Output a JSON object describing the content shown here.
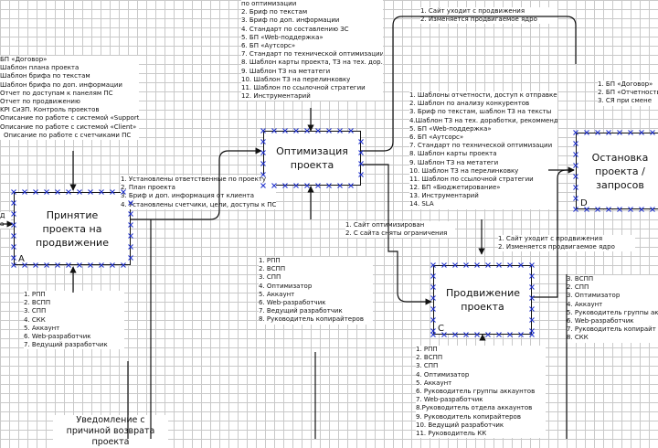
{
  "processes": [
    {
      "id": "A",
      "name": "Принятие проекта на продвижение"
    },
    {
      "id": "B",
      "name": "Оптимизация проекта"
    },
    {
      "id": "C",
      "name": "Продвижение проекта"
    },
    {
      "id": "D",
      "name": "Остановка проекта / запросов"
    }
  ],
  "left_input": {
    "lines": [
      "БП «Договор»",
      "Шаблон плана проекта",
      "Шаблон брифа по текстам",
      "Шаблон брифа по доп. информации",
      "Отчет по доступам к панелям ПС",
      "Отчет по продвижению",
      "KPI СиЗП. Контроль проектов",
      "Описание по работе с системой «Support»",
      "Описание по работе с системой «Client»",
      "Описание по работе с счетчиками ПС"
    ]
  },
  "left_stub": {
    "top": "Д",
    "bottom": "а"
  },
  "top_b_list": {
    "lines": [
      "по оптимизации",
      "2. Бриф по текстам",
      "3. Бриф по доп. информации",
      "4. Стандарт по составлению ЗС",
      "5. БП «Web-поддержка»",
      "6. БП «Аутсорс»",
      "7. Стандарт по технической оптимизации",
      "8. Шаблон карты проекта, ТЗ на тех. дор.",
      "9. Шаблон ТЗ на метатеги",
      "10. Шаблон ТЗ на перелинковку",
      "11. Шаблон по ссылочной стратегии",
      "12. Инструментарий"
    ]
  },
  "a_to_b_list": {
    "lines": [
      "1. Установлены ответственные по проекту",
      "2. План проекта",
      "3. Бриф и доп. информация от клиента",
      "4. Установлены счетчики, цели, доступы к ПС"
    ]
  },
  "top_right_arrow_list": {
    "lines": [
      "1. Сайт уходит с продвижения",
      "2. Изменяется продвигаемое ядро"
    ]
  },
  "middle_right_list": {
    "lines": [
      "1. Шаблоны отчетности, доступ к отправке",
      "2. Шаблон по анализу конкурентов",
      "3. Бриф по текстам, шаблон ТЗ на тексты",
      "4.Шаблон ТЗ на тех. доработки, рекомменд.",
      "5. БП «Web-поддержка»",
      "6. БП «Аутсорс»",
      "7. Стандарт по технической оптимизации",
      "8. Шаблон карты проекта",
      "9. Шаблон ТЗ на метатеги",
      "10. Шаблон ТЗ на перелинковку",
      "11. Шаблон по ссылочной стратегии",
      "12. БП «Бюджетирование»",
      "13. Инструментарий",
      "14. SLA"
    ]
  },
  "far_right_top_list": {
    "lines": [
      "1. БП «Договор»",
      "2. БП «Отчетность»",
      "3. СЯ при смене"
    ]
  },
  "b_to_c_list": {
    "lines": [
      "1. Сайт оптимизирован",
      "2. С сайта сняты ограничения"
    ]
  },
  "c_to_d_list": {
    "lines": [
      "1. Сайт уходит с продвижения",
      "2. Изменяется продвигаемое ядро"
    ]
  },
  "a_resources": {
    "lines": [
      "1. РПП",
      "2. ВСПП",
      "3. СПП",
      "4. СКК",
      "5. Аккаунт",
      "6. Web-разработчик",
      "7. Ведущий разработчик"
    ]
  },
  "b_resources": {
    "lines": [
      "1. РПП",
      "2. ВСПП",
      "3. СПП",
      "4. Оптимизатор",
      "5. Аккаунт",
      "6. Web-разработчик",
      "7. Ведущий разработчик",
      "8. Руководитель копирайтеров"
    ]
  },
  "c_resources": {
    "lines": [
      "1. РПП",
      "2. ВСПП",
      "3. СПП",
      "4. Оптимизатор",
      "5. Аккаунт",
      "6. Руководитель группы аккаунтов",
      "7. Web-разработчик",
      "8.Руководитель отдела аккаунтов",
      "9. Руководитель копирайтеров",
      "10. Ведущий разработчик",
      "11. Руководитель КК"
    ]
  },
  "d_resources": {
    "lines": [
      "3. ВСПП",
      "2. СПП",
      "3. Оптимизатор",
      "4. Аккаунт",
      "5. Руководитель группы ак",
      "6. Web-разработчик",
      "7. Руководитель копирайт",
      "8. СКК"
    ]
  },
  "bottom_output": "Уведомление с причиной возврата проекта"
}
